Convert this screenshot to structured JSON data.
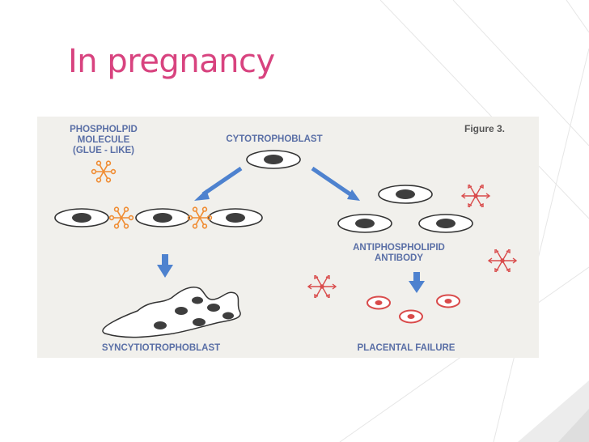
{
  "slide": {
    "title": "In pregnancy"
  },
  "figure": {
    "figure_number": "Figure 3.",
    "labels": {
      "phospholipid": [
        "PHOSPHOLPID",
        "MOLECULE",
        "(GLUE - LIKE)"
      ],
      "cytotrophoblast": "CYTOTROPHOBLAST",
      "antibody": [
        "ANTIPHOSPHOLIPID",
        "ANTIBODY"
      ],
      "syncytiotrophoblast": "SYNCYTIOTROPHOBLAST",
      "placental_failure": "PLACENTAL FAILURE"
    }
  },
  "colors": {
    "title": "#d8437f",
    "label_text": "#5a6fa6",
    "arrow": "#4e82cf",
    "molecule": "#f08c32",
    "antibody": "#d94b4b",
    "nucleus": "#3e3e3e",
    "panel_bg": "#f1f0ec"
  }
}
